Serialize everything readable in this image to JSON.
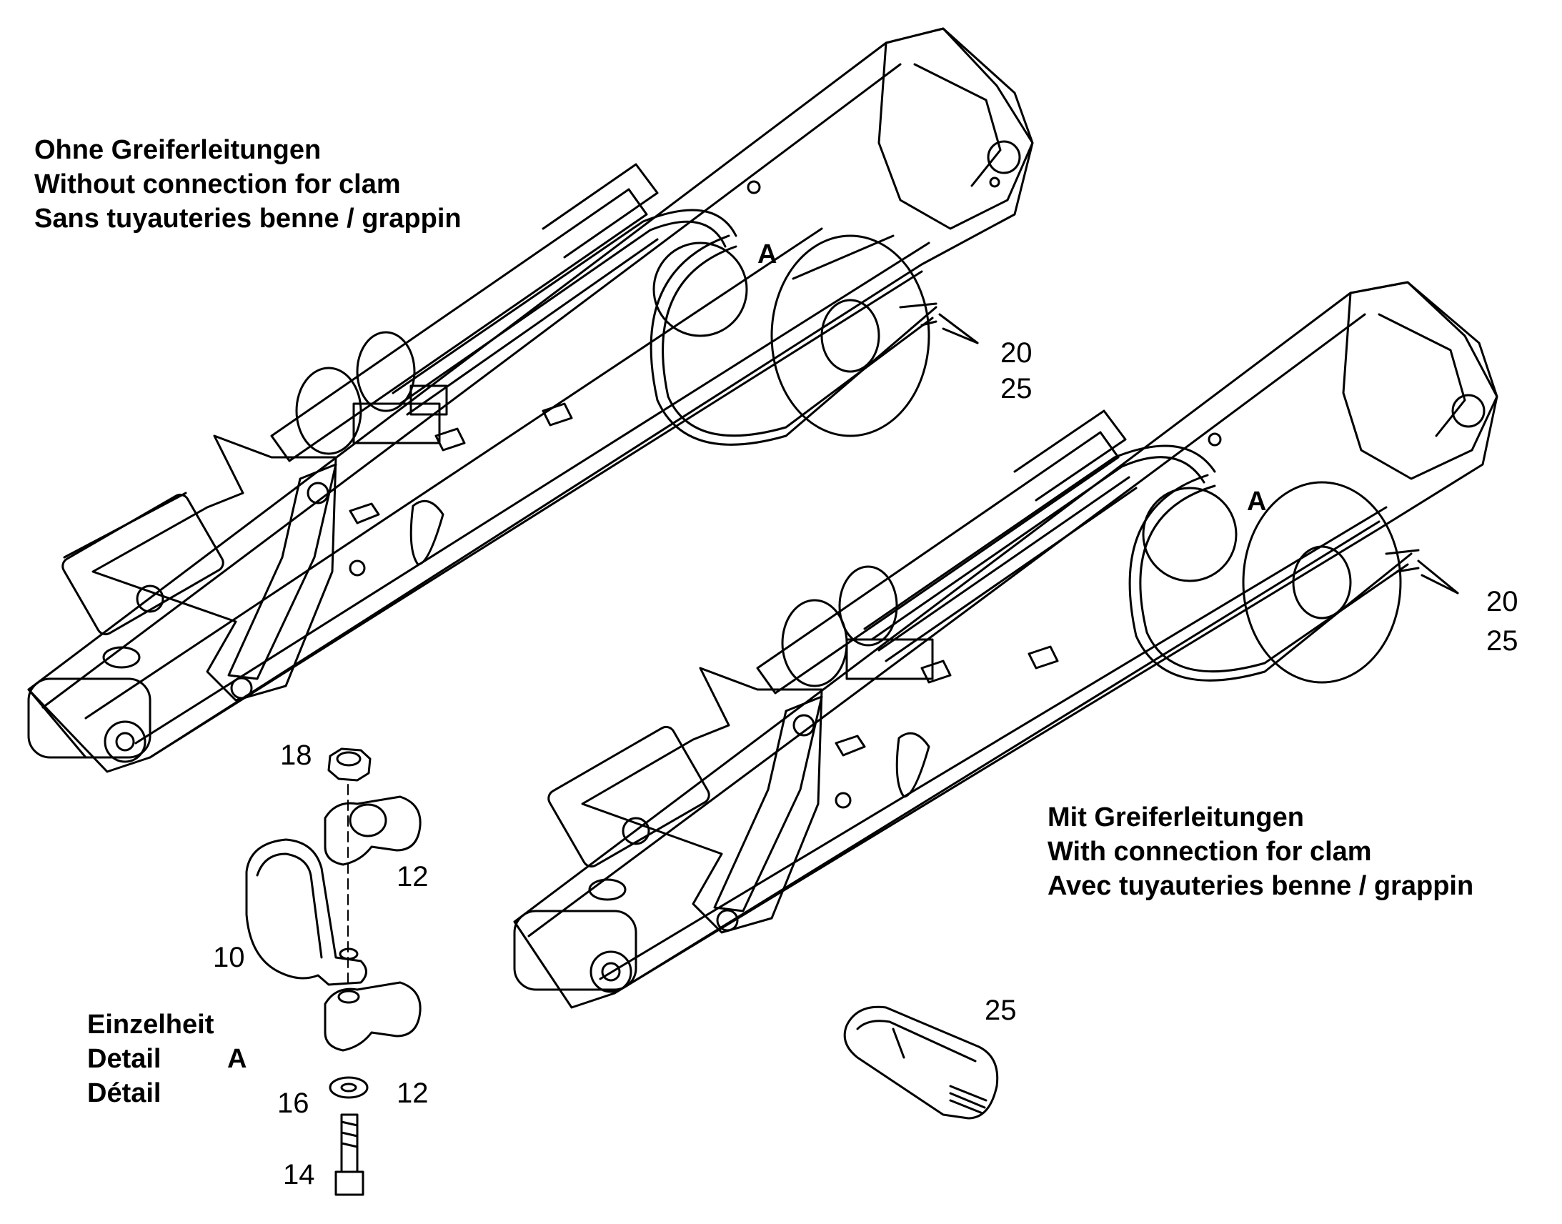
{
  "notes": {
    "without": {
      "de": "Ohne Greiferleitungen",
      "en": "Without connection for clam",
      "fr": "Sans tuyauteries benne / grappin"
    },
    "with": {
      "de": "Mit Greiferleitungen",
      "en": "With connection for clam",
      "fr": "Avec tuyauteries benne / grappin"
    },
    "detail": {
      "de": "Einzelheit",
      "en": "Detail",
      "fr": "Détail",
      "ref": "A"
    }
  },
  "callouts": {
    "a_top": "A",
    "a_bottom": "A",
    "p20_top": "20",
    "p25_top": "25",
    "p20_bottom": "20",
    "p25_bottom": "25",
    "p25_strap": "25",
    "p18": "18",
    "p12_upper": "12",
    "p10": "10",
    "p12_lower": "12",
    "p16": "16",
    "p14": "14"
  },
  "style": {
    "ink": "#000000",
    "paper": "#ffffff"
  }
}
